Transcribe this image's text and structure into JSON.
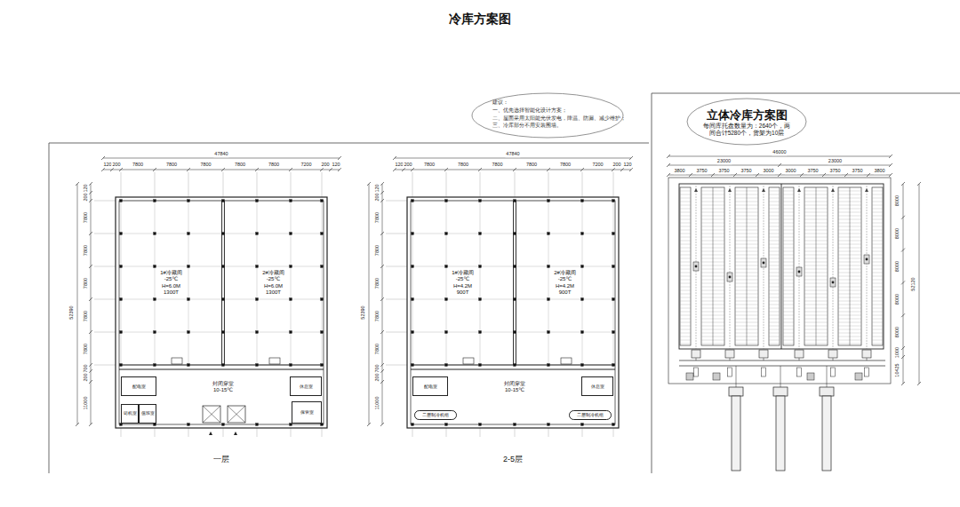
{
  "diagram": {
    "title": "冷库方案图",
    "nodes": [
      {
        "text": [
          "建议：",
          "一、优先选择智能化设计方案；",
          "二、屋面采用太阳能光伏发电，降温、防漏、减少维护；",
          "三、冷库部分不用安装围墙。"
        ]
      },
      {
        "text": [
          "立体冷库方案图",
          "每间库托盘数量为：2640个，两间合计5280个，货架为10层"
        ]
      },
      {
        "text": [
          "一层"
        ]
      },
      {
        "text": [
          "1#冷藏间",
          "-25℃",
          "H=6.0M",
          "1300T"
        ],
        "in": 2
      },
      {
        "text": [
          "2#冷藏间",
          "-25℃",
          "H=6.0M",
          "1300T"
        ],
        "in": 2
      },
      {
        "text": [
          "配电室"
        ],
        "in": 2
      },
      {
        "text": [
          "封闭穿堂",
          "10-15℃"
        ],
        "in": 2
      },
      {
        "text": [
          "休息室"
        ],
        "in": 2
      },
      {
        "text": [
          "司机室"
        ],
        "in": 2
      },
      {
        "text": [
          "值班室"
        ],
        "in": 2
      },
      {
        "text": [
          "保管室"
        ],
        "in": 2
      },
      {
        "text": [
          "2-5层"
        ]
      },
      {
        "text": [
          "1#冷藏间",
          "-25℃",
          "H=4.2M",
          "900T"
        ],
        "in": 11
      },
      {
        "text": [
          "2#冷藏间",
          "-25℃",
          "H=4.2M",
          "900T"
        ],
        "in": 11
      },
      {
        "text": [
          "配电室"
        ],
        "in": 11
      },
      {
        "text": [
          "封闭穿堂",
          "10-15℃"
        ],
        "in": 11
      },
      {
        "text": [
          "休息室"
        ],
        "in": 11
      },
      {
        "text": [
          "二层制冷机组"
        ],
        "in": 11
      },
      {
        "text": [
          "二层制冷机组"
        ],
        "in": 11
      }
    ],
    "labels": [
      "47840",
      "120",
      "200",
      "7800",
      "7800",
      "7800",
      "7800",
      "7800",
      "7200",
      "200",
      "120",
      "52390",
      "120",
      "200",
      "7800",
      "7800",
      "7800",
      "7800",
      "7800",
      "700",
      "200",
      "11000",
      "47840",
      "120",
      "200",
      "7800",
      "7800",
      "7800",
      "7800",
      "7800",
      "7200",
      "200",
      "120",
      "52390",
      "120",
      "200",
      "7800",
      "7800",
      "7800",
      "7800",
      "7800",
      "700",
      "200",
      "11000",
      "46000",
      "23000",
      "23000",
      "3800",
      "3750",
      "3750",
      "3750",
      "3000",
      "3000",
      "3750",
      "3750",
      "3750",
      "3800",
      "8000",
      "8000",
      "8000",
      "8000",
      "8000",
      "52120",
      "1000",
      "10425"
    ]
  }
}
